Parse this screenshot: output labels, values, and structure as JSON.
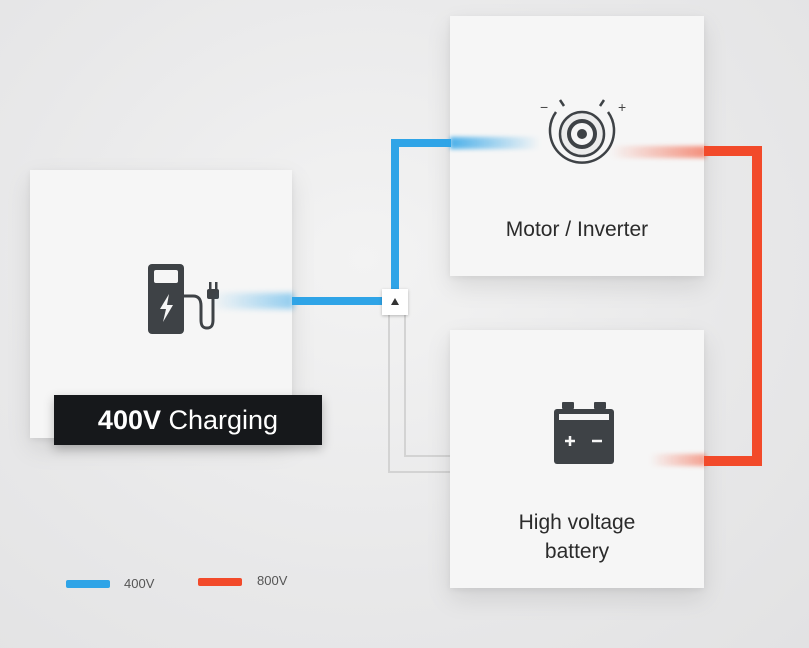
{
  "charger": {
    "voltage": "400V",
    "label": "Charging"
  },
  "motor": {
    "label": "Motor / Inverter"
  },
  "battery": {
    "label_line1": "High voltage",
    "label_line2": "battery"
  },
  "legend": [
    {
      "label": "400V",
      "color": "#2fa4e7"
    },
    {
      "label": "800V",
      "color": "#f24a2a"
    }
  ],
  "icons": {
    "charger": "ev-charger-icon",
    "motor": "motor-icon",
    "battery": "battery-icon",
    "junction": "junction-switch-icon"
  }
}
